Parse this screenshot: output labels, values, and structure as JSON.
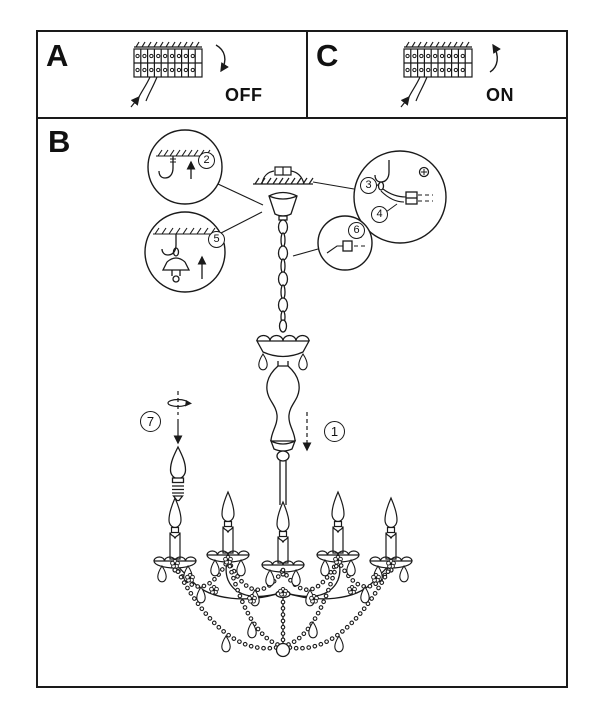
{
  "colors": {
    "line": "#1a1a1a",
    "background": "#ffffff"
  },
  "panels": {
    "a": {
      "label": "A",
      "state": "OFF",
      "illustration": "circuit-breaker-terminal-strip-with-wires",
      "action_icon": "turn-off-curved-arrow"
    },
    "c": {
      "label": "C",
      "state": "ON",
      "illustration": "circuit-breaker-terminal-strip-with-wires",
      "action_icon": "turn-on-curved-arrow"
    },
    "b": {
      "label": "B",
      "callouts": [
        {
          "step": "2",
          "icon": "screw-hook-into-ceiling"
        },
        {
          "step": "5",
          "icon": "hang-chandelier-cap-on-hook"
        },
        {
          "step": "3",
          "icon": "connect-wires-to-terminal"
        },
        {
          "step": "4",
          "icon": "secure-terminal-screws"
        },
        {
          "step": "6",
          "icon": "wire-connector-detail"
        },
        {
          "step": "7",
          "icon": "screw-in-candle-bulb"
        },
        {
          "step": "1",
          "icon": "lower-glass-column"
        }
      ],
      "illustrations": [
        "ceiling-junction-wires",
        "canopy",
        "hanging-chain",
        "chandelier-crown",
        "glass-baluster-column",
        "five-arm-chandelier-with-bead-swags",
        "candle-bulb"
      ]
    }
  }
}
